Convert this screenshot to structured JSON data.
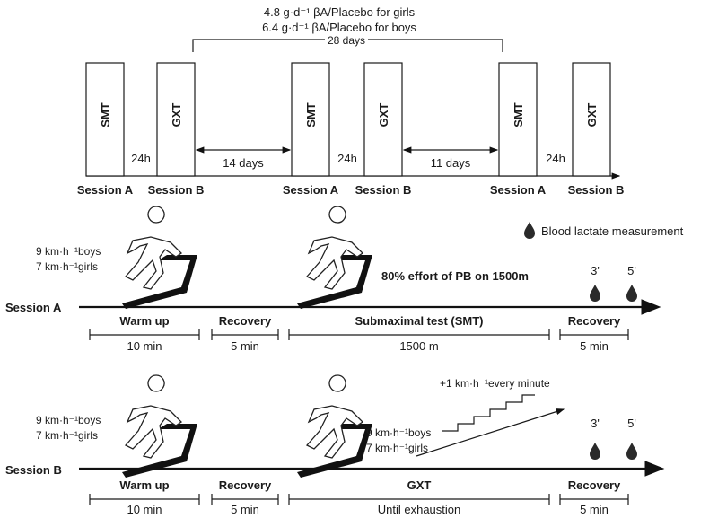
{
  "top": {
    "dose_girls": "4.8 g·d⁻¹ βA/Placebo for girls",
    "dose_boys": "6.4 g·d⁻¹ βA/Placebo for boys",
    "span_label": "28 days",
    "boxes": [
      "SMT",
      "GXT",
      "SMT",
      "GXT",
      "SMT",
      "GXT"
    ],
    "gaps": [
      "24h",
      "14 days",
      "24h",
      "11 days",
      "24h"
    ],
    "sessions": [
      "Session A",
      "Session B",
      "Session A",
      "Session B",
      "Session A",
      "Session B"
    ]
  },
  "legend": {
    "lactate": "Blood lactate measurement"
  },
  "session_a": {
    "name": "Session A",
    "speed_boys": "9 km·h⁻¹boys",
    "speed_girls": "7 km·h⁻¹girls",
    "effort": "80% effort of PB on 1500m",
    "times": [
      "3'",
      "5'"
    ],
    "phases": [
      {
        "label": "Warm up",
        "duration": "10 min"
      },
      {
        "label": "Recovery",
        "duration": "5 min"
      },
      {
        "label": "Submaximal test (SMT)",
        "duration": "1500 m"
      },
      {
        "label": "Recovery",
        "duration": "5 min"
      }
    ]
  },
  "session_b": {
    "name": "Session B",
    "speed_boys": "9 km·h⁻¹boys",
    "speed_girls": "7 km·h⁻¹girls",
    "gxt_boys": "9 km·h⁻¹boys",
    "gxt_girls": "7 km·h⁻¹girls",
    "increment": "+1 km·h⁻¹every minute",
    "times": [
      "3'",
      "5'"
    ],
    "phases": [
      {
        "label": "Warm up",
        "duration": "10 min"
      },
      {
        "label": "Recovery",
        "duration": "5 min"
      },
      {
        "label": "GXT",
        "duration": "Until exhaustion"
      },
      {
        "label": "Recovery",
        "duration": "5 min"
      }
    ]
  }
}
